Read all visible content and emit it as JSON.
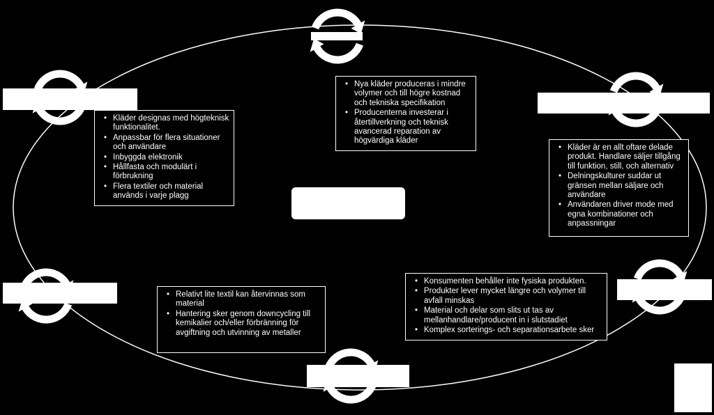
{
  "diagram": {
    "box_top": {
      "items": [
        "Nya kläder produceras i mindre volymer och till högre kostnad och tekniska specifikation",
        "Producenterna investerar i återtillverkning och teknisk avancerad reparation av högvärdiga kläder"
      ]
    },
    "box_left": {
      "items": [
        "Kläder designas med högteknisk funktionalitet.",
        "Anpassbar för flera situationer och användare",
        "Inbyggda elektronik",
        "Hållfasta och modulärt i förbrukning",
        "Flera textiler och material används i varje plagg"
      ]
    },
    "box_right": {
      "items": [
        "Kläder är en allt oftare delade produkt. Handlare säljer tillgång till funktion, still, och alternativ",
        "Delningskulturer suddar ut gränsen mellan säljare och användare",
        "Användaren driver mode med egna kombinationer och anpassningar"
      ]
    },
    "box_bottom_right": {
      "items": [
        "Konsumenten behåller inte fysiska produkten.",
        "Produkter lever mycket längre och volymer till avfall minskas",
        "Material och delar som slits ut tas av mellanhandlare/producent in i slutstadiet",
        "Komplex sorterings- och separationsarbete sker"
      ]
    },
    "box_bottom_left": {
      "items": [
        "Relativt lite textil kan återvinnas som material",
        "Hantering sker genom downcycling till kemikalier och/eller förbränning för avgiftning och utvinning av metaller"
      ]
    },
    "colors": {
      "background": "#000000",
      "foreground": "#ffffff"
    }
  }
}
